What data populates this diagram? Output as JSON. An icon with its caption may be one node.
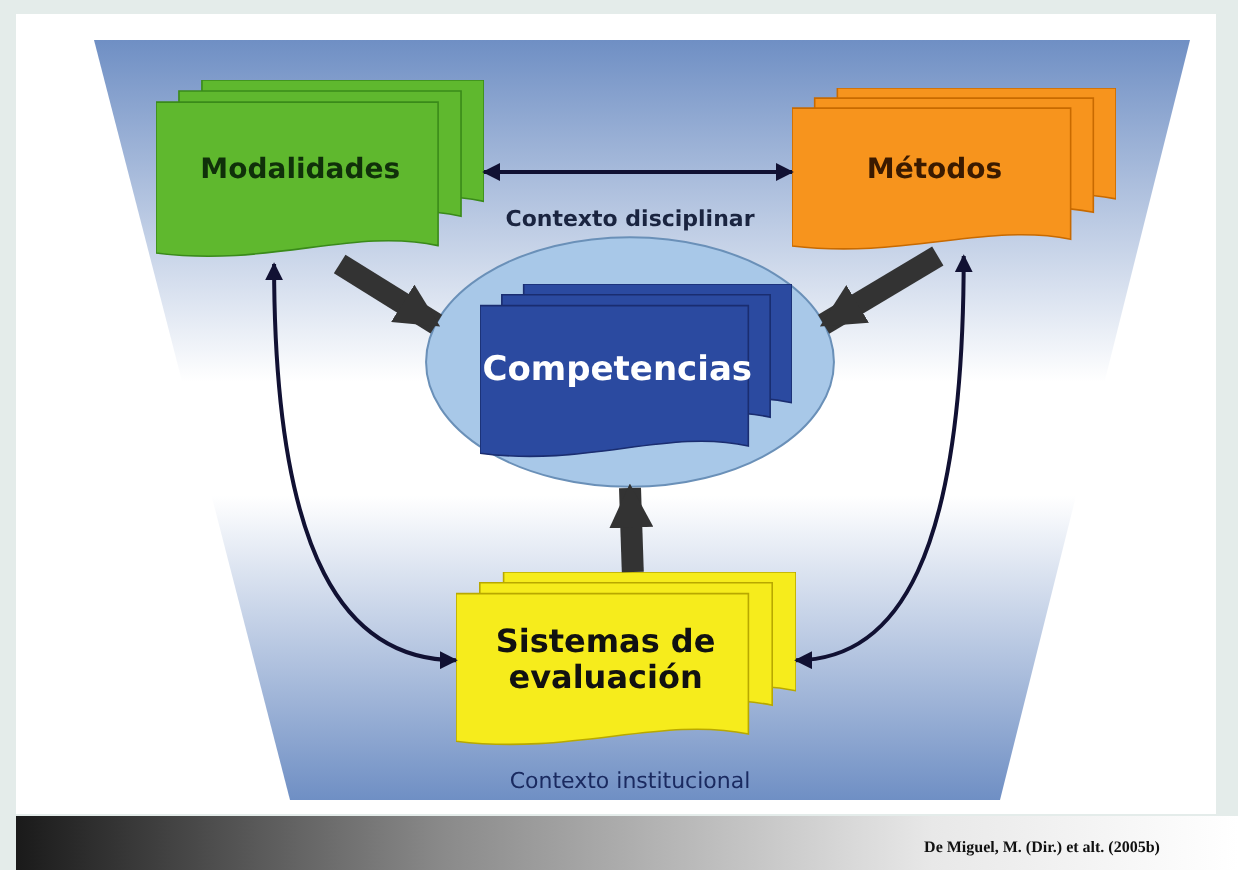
{
  "diagram": {
    "nodes": [
      {
        "text": [
          "Modalidades"
        ]
      },
      {
        "text": [
          "Métodos"
        ]
      },
      {
        "text": [],
        "shape": "circle"
      },
      {
        "text": [
          "Competencias"
        ],
        "in": 2
      },
      {
        "text": [
          "Sistemas de evaluación"
        ]
      }
    ],
    "edges": [
      {
        "from": 0,
        "to": 1,
        "arrow": "both"
      },
      {
        "from": 0,
        "to": 2,
        "arrow": "to",
        "style": "thick",
        "color": "#333333"
      },
      {
        "from": 1,
        "to": 2,
        "arrow": "to",
        "style": "thick",
        "color": "#333333"
      },
      {
        "from": 4,
        "to": 2,
        "arrow": "to",
        "style": "thick",
        "color": "#333333"
      },
      {
        "from": 0,
        "to": 4,
        "arrow": "both"
      },
      {
        "from": 1,
        "to": 4,
        "arrow": "both"
      }
    ],
    "labels": [
      "Contexto disciplinar",
      "Contexto institucional",
      "De Miguel, M. (Dir.) et alt. (2005b)"
    ]
  }
}
